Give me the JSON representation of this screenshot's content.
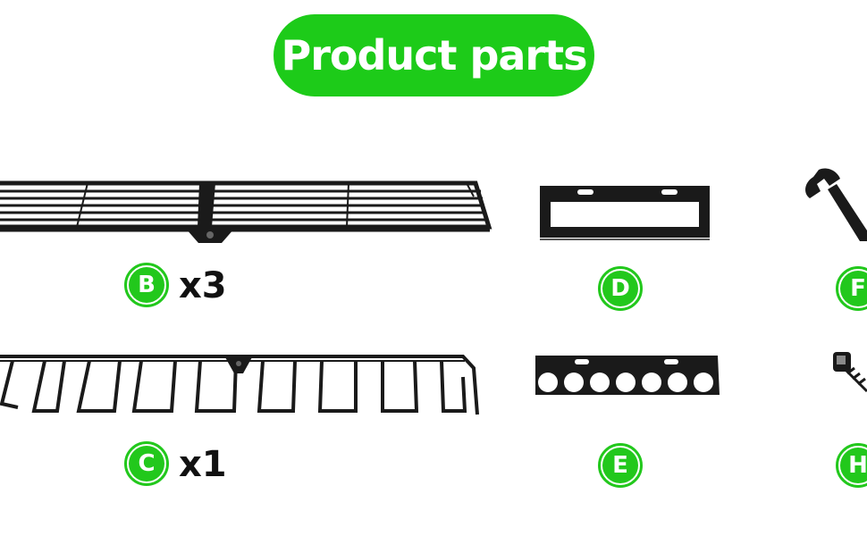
{
  "title": "Product parts",
  "colors": {
    "accent": "#1dcb19",
    "part": "#1a1a1a"
  },
  "parts": [
    {
      "label": "B",
      "quantity": "x3",
      "icon": "wire-shelf-icon"
    },
    {
      "label": "C",
      "quantity": "x1",
      "icon": "shoe-rack-icon"
    },
    {
      "label": "D",
      "icon": "rectangular-bracket-icon"
    },
    {
      "label": "E",
      "icon": "perforated-bracket-icon"
    },
    {
      "label": "F",
      "icon": "wrench-icon"
    },
    {
      "label": "H",
      "icon": "screw-anchor-icon"
    }
  ]
}
